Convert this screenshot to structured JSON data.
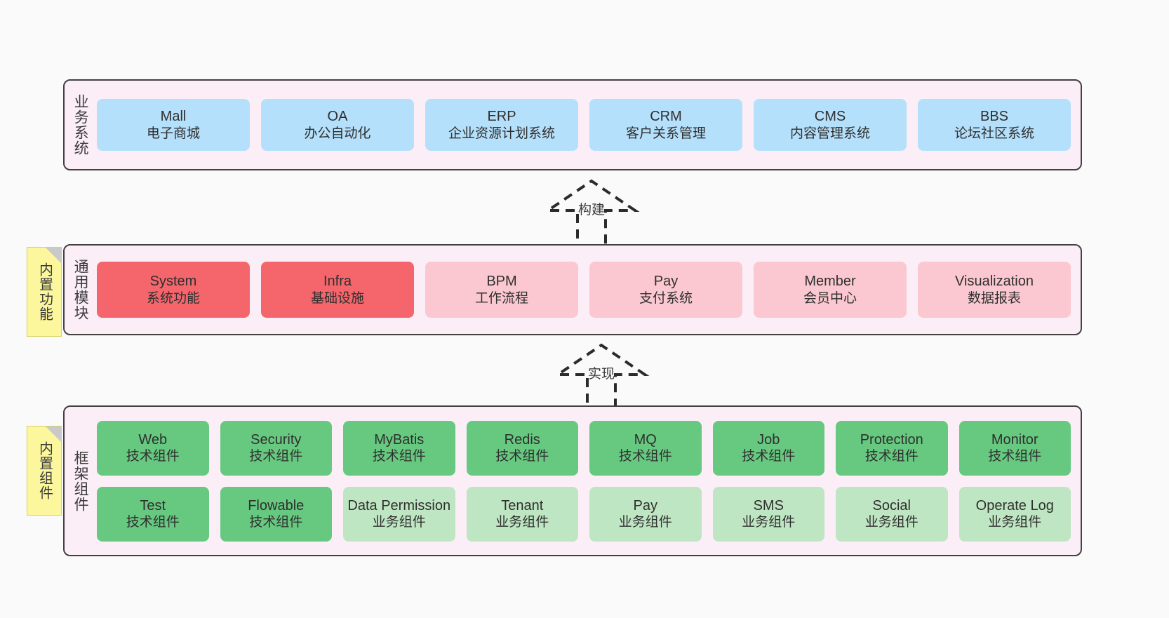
{
  "diagram": {
    "title": "Three-tier architecture",
    "background_color": "#fafafa",
    "panel_color": "#fbeef7",
    "panel_border_color": "#454040",
    "sticky_color": "#fcf79c"
  },
  "tiers": [
    {
      "id": "business",
      "label": "业务系统",
      "sticky": null,
      "rows": [
        {
          "cells": [
            {
              "title": "Mall",
              "sub": "电子商城",
              "color": "#b5e0fb",
              "variant": "c-blue"
            },
            {
              "title": "OA",
              "sub": "办公自动化",
              "color": "#b5e0fb",
              "variant": "c-blue"
            },
            {
              "title": "ERP",
              "sub": "企业资源计划系统",
              "color": "#b5e0fb",
              "variant": "c-blue"
            },
            {
              "title": "CRM",
              "sub": "客户关系管理",
              "color": "#b5e0fb",
              "variant": "c-blue"
            },
            {
              "title": "CMS",
              "sub": "内容管理系统",
              "color": "#b5e0fb",
              "variant": "c-blue"
            },
            {
              "title": "BBS",
              "sub": "论坛社区系统",
              "color": "#b5e0fb",
              "variant": "c-blue"
            }
          ]
        }
      ]
    },
    {
      "id": "modules",
      "label": "通用模块",
      "sticky": "内置功能",
      "rows": [
        {
          "cells": [
            {
              "title": "System",
              "sub": "系统功能",
              "color": "#f4666c",
              "variant": "c-red"
            },
            {
              "title": "Infra",
              "sub": "基础设施",
              "color": "#f4666c",
              "variant": "c-red"
            },
            {
              "title": "BPM",
              "sub": "工作流程",
              "color": "#fbc8d1",
              "variant": "c-pink"
            },
            {
              "title": "Pay",
              "sub": "支付系统",
              "color": "#fbc8d1",
              "variant": "c-pink"
            },
            {
              "title": "Member",
              "sub": "会员中心",
              "color": "#fbc8d1",
              "variant": "c-pink"
            },
            {
              "title": "Visualization",
              "sub": "数据报表",
              "color": "#fbc8d1",
              "variant": "c-pink"
            }
          ]
        }
      ]
    },
    {
      "id": "framework",
      "label": "框架组件",
      "sticky": "内置组件",
      "rows": [
        {
          "cells": [
            {
              "title": "Web",
              "sub": "技术组件",
              "color": "#66c97f",
              "variant": "c-green"
            },
            {
              "title": "Security",
              "sub": "技术组件",
              "color": "#66c97f",
              "variant": "c-green"
            },
            {
              "title": "MyBatis",
              "sub": "技术组件",
              "color": "#66c97f",
              "variant": "c-green"
            },
            {
              "title": "Redis",
              "sub": "技术组件",
              "color": "#66c97f",
              "variant": "c-green"
            },
            {
              "title": "MQ",
              "sub": "技术组件",
              "color": "#66c97f",
              "variant": "c-green"
            },
            {
              "title": "Job",
              "sub": "技术组件",
              "color": "#66c97f",
              "variant": "c-green"
            },
            {
              "title": "Protection",
              "sub": "技术组件",
              "color": "#66c97f",
              "variant": "c-green"
            },
            {
              "title": "Monitor",
              "sub": "技术组件",
              "color": "#66c97f",
              "variant": "c-green"
            }
          ]
        },
        {
          "cells": [
            {
              "title": "Test",
              "sub": "技术组件",
              "color": "#66c97f",
              "variant": "c-green"
            },
            {
              "title": "Flowable",
              "sub": "技术组件",
              "color": "#66c97f",
              "variant": "c-green"
            },
            {
              "title": "Data Permission",
              "sub": "业务组件",
              "color": "#bfe6c3",
              "variant": "c-greenlight"
            },
            {
              "title": "Tenant",
              "sub": "业务组件",
              "color": "#bfe6c3",
              "variant": "c-greenlight"
            },
            {
              "title": "Pay",
              "sub": "业务组件",
              "color": "#bfe6c3",
              "variant": "c-greenlight"
            },
            {
              "title": "SMS",
              "sub": "业务组件",
              "color": "#bfe6c3",
              "variant": "c-greenlight"
            },
            {
              "title": "Social",
              "sub": "业务组件",
              "color": "#bfe6c3",
              "variant": "c-greenlight"
            },
            {
              "title": "Operate Log",
              "sub": "业务组件",
              "color": "#bfe6c3",
              "variant": "c-greenlight"
            }
          ]
        }
      ]
    }
  ],
  "connectors": [
    {
      "id": "build",
      "label": "构建",
      "style": "dashed-hollow-arrow-up"
    },
    {
      "id": "implement",
      "label": "实现",
      "style": "dashed-hollow-arrow-up"
    }
  ]
}
